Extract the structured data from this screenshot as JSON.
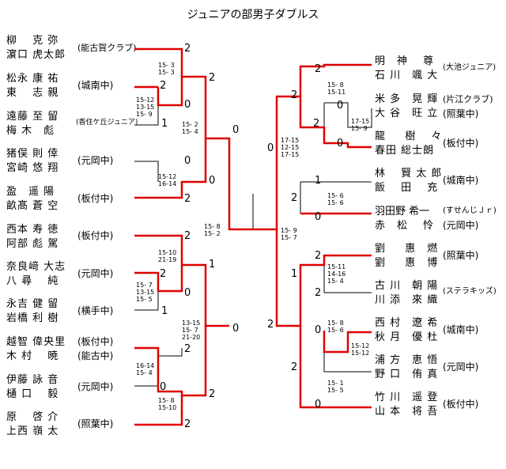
{
  "title": "ジュニアの部男子ダブルス",
  "colors": {
    "win": "#e00000",
    "line": "#000000"
  },
  "left_entries": [
    {
      "p1": "柳　 克  弥",
      "p2": "濵口 虎太郎",
      "team": "(能古賀クラブ)"
    },
    {
      "p1": "松永 康 祐",
      "p2": "東 　志 親",
      "team": "(城南中)"
    },
    {
      "p1": "遠藤 至 留",
      "p2": "梅 木　彪",
      "team": "(香住ケ丘ジュニア)"
    },
    {
      "p1": "猪俣 則 倖",
      "p2": "宮崎 悠 翔",
      "team": "(元岡中)"
    },
    {
      "p1": "盈　遥  陽",
      "p2": "畝髙 蒼 空",
      "team": "(板付中)"
    },
    {
      "p1": "西本 寿 徳",
      "p2": "阿部 彪 駕",
      "team": "(板付中)"
    },
    {
      "p1": "奈良﨑 大志",
      "p2": "八 尋 　純",
      "team": "(元岡中)"
    },
    {
      "p1": "永吉 健 留",
      "p2": "岩橋 利 樹",
      "team": "(横手中)"
    },
    {
      "p1": "越智 偉央里",
      "p2": "木 村 　暁",
      "team": "(板付中)",
      "team2": "(能古中)"
    },
    {
      "p1": "伊藤 詠 音",
      "p2": "樋 口 　毅",
      "team": "(元岡中)"
    },
    {
      "p1": "原 　啓  介",
      "p2": "上西 嶺 太",
      "team": "(照葉中)"
    }
  ],
  "right_entries": [
    {
      "p1": "明　神 　尊",
      "p2": "石 川　颯 大",
      "team": "(大池ジュニア)"
    },
    {
      "p1": "米 多　晃 輝",
      "p2": "大 谷　旺 立",
      "team": "(片江クラブ)",
      "team2": "(照葉中)"
    },
    {
      "p1": "龍 　 樹 　々",
      "p2": "春田 総士朗",
      "team": "(板付中)"
    },
    {
      "p1": "林 　賢 太 郎",
      "p2": "飯 　田　 充",
      "team": "(城南中)"
    },
    {
      "p1": "羽田野 希一",
      "p2": "赤　松　 怜",
      "team": "(すせんじＪｒ)",
      "team2": "(元岡中)"
    },
    {
      "p1": "劉 　 惠　燃",
      "p2": "劉 　 惠　博",
      "team": "(照葉中)"
    },
    {
      "p1": "古 川　朝 陽",
      "p2": "川 添　來 織",
      "team": "(ステラキッズ)"
    },
    {
      "p1": "西 村　遼 希",
      "p2": "秋 月　優 杜",
      "team": "(城南中)"
    },
    {
      "p1": "浦 方　恵 悟",
      "p2": "野 口　侑 真",
      "team": "(元岡中)"
    },
    {
      "p1": "竹 川　遥 登",
      "p2": "山 本　将 吾",
      "team": "(板付中)"
    }
  ],
  "scores": {
    "s01": "2",
    "s02": "2",
    "s03": "2",
    "s04": "0",
    "s05": "1",
    "s06": "0",
    "s07": "0",
    "s08": "2",
    "s09": "0",
    "s10": "2",
    "s11": "2",
    "s12": "1",
    "s13": "0",
    "s14": "1",
    "s15": "2",
    "s16": "0",
    "s17": "0",
    "s18": "2",
    "s19": "2",
    "s20": "2",
    "s21": "2",
    "s22": "0",
    "s23": "2",
    "s24": "0",
    "s25": "0",
    "s26": "1",
    "s27": "2",
    "s28": "0",
    "s29": "2",
    "s30": "1",
    "s31": "2",
    "s32": "2",
    "s33": "0",
    "s34": "2",
    "s35": "0"
  },
  "set_scores": {
    "g01": "15- 3\n15- 3",
    "g02": "15-12\n13-15\n15- 9",
    "g03": "15- 2\n15- 4",
    "g04": "15-12\n16-14",
    "g05": "15- 8\n15- 2",
    "g06": "15-10\n21-19",
    "g07": "15- 7\n13-15\n15- 5",
    "g08": "13-15\n15- 7\n21-20",
    "g09": "16-14\n15- 4",
    "g10": "15- 8\n15-10",
    "g11": "15- 8\n15-11",
    "g12": "17-15\n15- 9",
    "g13": "17-15\n12-15\n17-15",
    "g14": "15- 6\n15- 6",
    "g15": "15- 9\n15- 7",
    "g16": "15-11\n14-16\n15- 4",
    "g17": "15- 8\n15- 6",
    "g18": "15-12\n15-12",
    "g19": "15- 1\n15- 5"
  }
}
